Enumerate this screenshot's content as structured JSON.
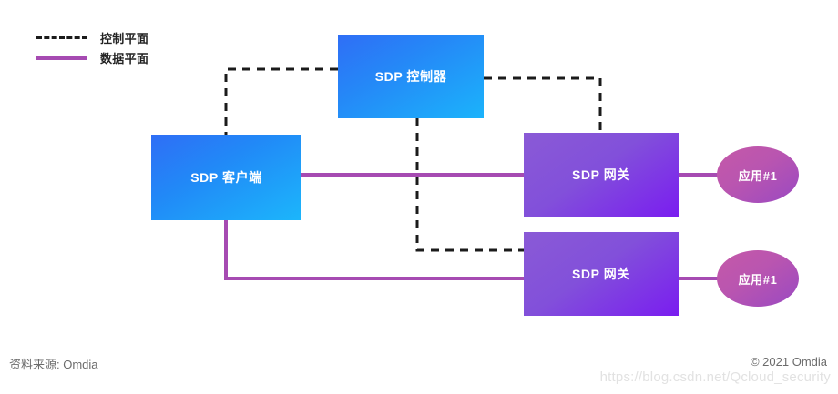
{
  "legend": {
    "items": [
      {
        "label": "控制平面",
        "style": "dashed",
        "color": "#1b1b1b"
      },
      {
        "label": "数据平面",
        "style": "solid",
        "color": "#a64bb2"
      }
    ]
  },
  "nodes": {
    "controller": {
      "label": "SDP 控制器",
      "shape": "rect",
      "accent": "#2187f7"
    },
    "client": {
      "label": "SDP 客户端",
      "shape": "rect",
      "accent": "#2189f7"
    },
    "gateway_1": {
      "label": "SDP 网关",
      "shape": "rect",
      "accent": "#7a1df0"
    },
    "gateway_2": {
      "label": "SDP 网关",
      "shape": "rect",
      "accent": "#7a1df0"
    },
    "app_1": {
      "label": "应用#1",
      "shape": "ellipse",
      "accent": "#b955b0"
    },
    "app_2": {
      "label": "应用#1",
      "shape": "ellipse",
      "accent": "#b955b0"
    }
  },
  "footer": {
    "source": "资料来源: Omdia",
    "copyright": "© 2021 Omdia",
    "watermark": "https://blog.csdn.net/Qcloud_security"
  },
  "colors": {
    "control_plane": "#1b1b1b",
    "data_plane": "#a64bb2",
    "background": "#ffffff"
  }
}
